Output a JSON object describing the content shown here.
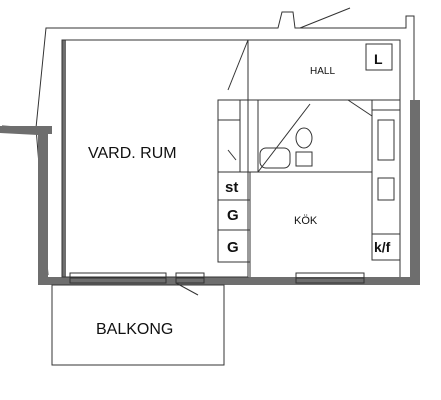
{
  "rooms": {
    "living": "VARD. RUM",
    "hall": "HALL",
    "kitchen": "KÖK",
    "balcony": "BALKONG"
  },
  "fixtures": {
    "linen": "L",
    "storage": "st",
    "wardrobe_1": "G",
    "wardrobe_2": "G",
    "fridge_freezer": "k/f"
  },
  "colors": {
    "wall": "#6e6e6e",
    "line": "#333333"
  }
}
